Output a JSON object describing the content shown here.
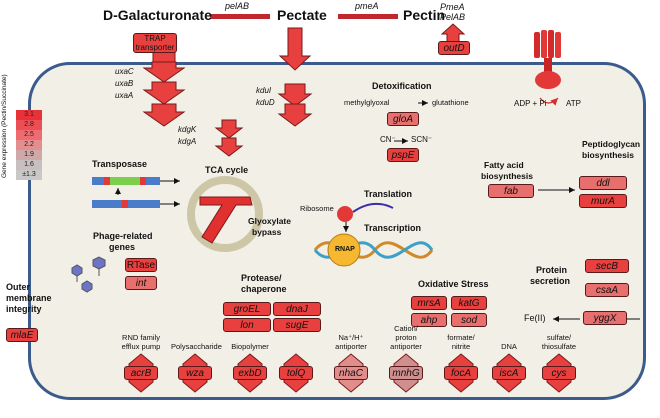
{
  "top": {
    "d_galacturonate": "D-Galacturonate",
    "pectate": "Pectate",
    "pectin": "Pectin",
    "pelAB": "pelAB",
    "pmeA": "pmeA",
    "pmeA_pelAB": [
      "PmeA",
      "PelAB"
    ]
  },
  "legend": {
    "title": [
      "Gene expression",
      "(Pectin/Succinate)"
    ],
    "values": [
      "3.1",
      "2.8",
      "2.5",
      "2.2",
      "1.9",
      "1.6",
      "±1.3"
    ],
    "colors": [
      "#e8323a",
      "#eb4e55",
      "#ee6c70",
      "#e38f90",
      "#cfa8a9",
      "#c7bfc0",
      "#c8c8c8"
    ]
  },
  "transporter": {
    "label": [
      "TRAP",
      "transporter"
    ]
  },
  "uxa_genes": [
    "uxaC",
    "uxaB",
    "uxaA"
  ],
  "kdu_genes": [
    "kduI",
    "kduD"
  ],
  "kdg_genes": [
    "kdgK",
    "kdgA"
  ],
  "outD": "outD",
  "atp": {
    "left": "ADP + Pi",
    "right": "ATP"
  },
  "detox": {
    "title": "Detoxification",
    "methylglyoxal": "methylglyoxal",
    "glutathione": "glutathione",
    "gloA": "gloA",
    "cn": "CN⁻",
    "scn": "SCN⁻",
    "pspE": "pspE"
  },
  "tca": {
    "title": "TCA cycle",
    "glyoxylate": [
      "Glyoxylate",
      "bypass"
    ]
  },
  "transposase": "Transposase",
  "phage": {
    "title": [
      "Phage-related",
      "genes"
    ],
    "rtase": "RTase",
    "int": "int"
  },
  "translation": {
    "translation": "Translation",
    "ribosome": "Ribosome",
    "transcription": "Transcription",
    "rnap": "RNAP"
  },
  "fatty": {
    "title": [
      "Fatty acid",
      "biosynthesis"
    ],
    "fab": "fab"
  },
  "peptidoglycan": {
    "title": [
      "Peptidoglycan",
      "biosynthesis"
    ],
    "ddl": "ddl",
    "murA": "murA"
  },
  "protease": {
    "title": [
      "Protease/",
      "chaperone"
    ],
    "groEL": "groEL",
    "dnaJ": "dnaJ",
    "lon": "lon",
    "sugE": "sugE"
  },
  "oxidative": {
    "title": "Oxidative Stress",
    "mrsA": "mrsA",
    "katG": "katG",
    "ahp": "ahp",
    "sod": "sod"
  },
  "secretion": {
    "title": [
      "Protein",
      "secretion"
    ],
    "secB": "secB",
    "csaA": "csaA"
  },
  "iron": {
    "fe": "Fe(II)",
    "yggX": "yggX"
  },
  "outer": {
    "title": [
      "Outer",
      "membrane",
      "integrity"
    ],
    "mlaE": "mlaE"
  },
  "bottom": [
    {
      "label": [
        "RND family",
        "efflux pump"
      ],
      "gene": "acrB"
    },
    {
      "label": [
        "Polysaccharide"
      ],
      "gene": "wza"
    },
    {
      "label": [
        "Biopolymer"
      ],
      "gene": "exbD"
    },
    {
      "label": [],
      "gene": "tolQ"
    },
    {
      "label": [
        "Na⁺/H⁺",
        "antiporter"
      ],
      "gene": "nhaC"
    },
    {
      "label": [
        "Cation/",
        "proton",
        "antiporter"
      ],
      "gene": "mnhG"
    },
    {
      "label": [
        "formate/",
        "nitrite"
      ],
      "gene": "focA"
    },
    {
      "label": [
        "DNA"
      ],
      "gene": "iscA"
    },
    {
      "label": [
        "sulfate/",
        "thiosulfate"
      ],
      "gene": "cys"
    }
  ]
}
